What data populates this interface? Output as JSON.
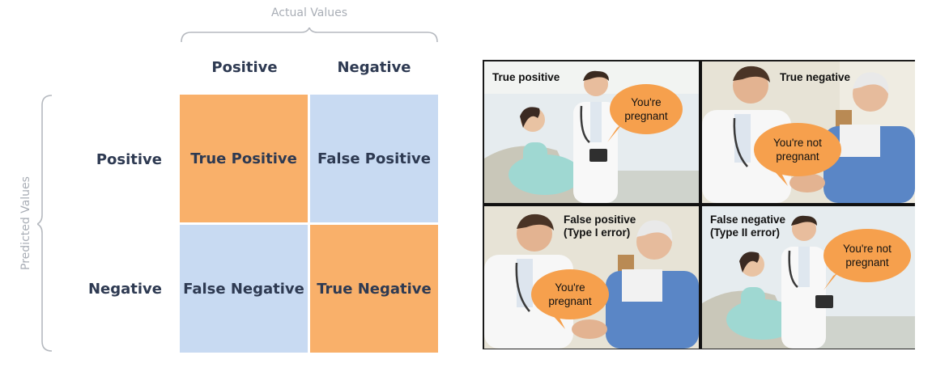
{
  "matrix": {
    "actual_title": "Actual Values",
    "predicted_title": "Predicted Values",
    "col_headers": [
      "Positive",
      "Negative"
    ],
    "row_headers": [
      "Positive",
      "Negative"
    ],
    "cells": {
      "tp": "True Positive",
      "fp": "False Positive",
      "fn": "False Negative",
      "tn": "True Negative"
    },
    "colors": {
      "correct": "#f9b06a",
      "error": "#c8daf2",
      "text": "#2e3a52",
      "axis_title": "#a9aeb6"
    }
  },
  "comic": {
    "panels": {
      "tp": {
        "caption": "True positive",
        "bubble": [
          "You're",
          "pregnant"
        ]
      },
      "tn": {
        "caption": "True negative",
        "bubble": [
          "You're not",
          "pregnant"
        ]
      },
      "fp": {
        "caption_1": "False positive",
        "caption_2": "(Type I error)",
        "bubble": [
          "You're",
          "pregnant"
        ]
      },
      "fn": {
        "caption_1": "False negative",
        "caption_2": "(Type II error)",
        "bubble": [
          "You're not",
          "pregnant"
        ]
      }
    },
    "bubble_color": "#f6a04d"
  }
}
